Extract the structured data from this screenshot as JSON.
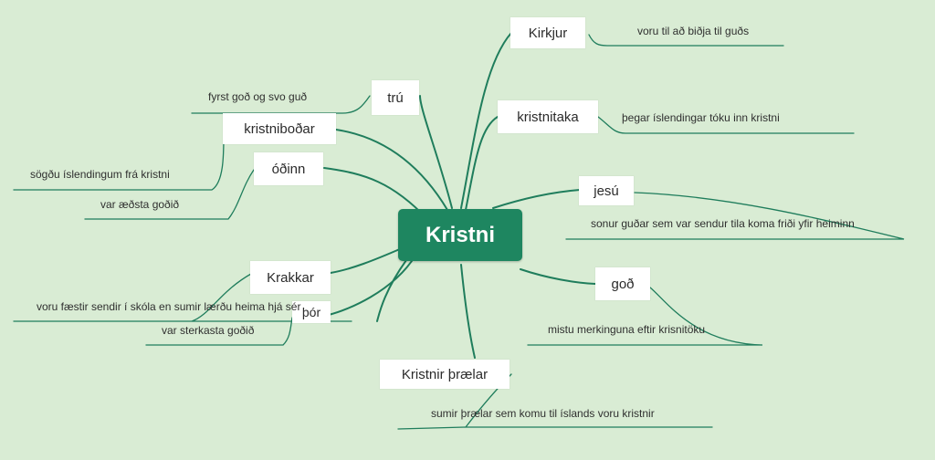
{
  "center": "Kristni",
  "topics": {
    "kirkjur": "Kirkjur",
    "kristnitaka": "kristnitaka",
    "jesu": "jesú",
    "god": "goð",
    "kristnir_praelar": "Kristnir þrælar",
    "tru": "trú",
    "kristnibodar": "kristniboðar",
    "odinn": "óðinn",
    "krakkar": "Krakkar",
    "thor": "þór"
  },
  "notes": {
    "kirkjur": "voru til að biðja til guðs",
    "kristnitaka": "þegar íslendingar tóku inn kristni",
    "jesu": "sonur guðar sem var sendur tila koma friði yfir heiminn",
    "god": "mistu merkinguna eftir krisnitöku",
    "kristnir_praelar": "sumir þrælar sem komu til íslands voru kristnir",
    "tru": "fyrst goð og svo guð",
    "kristnibodar": "sögðu íslendingum frá kristni",
    "odinn": "var æðsta goðið",
    "krakkar": "voru fæstir sendir í skóla en sumir lærðu heima hjá sér",
    "thor": "var sterkasta goðið"
  },
  "colors": {
    "background": "#d9ecd4",
    "center_fill": "#1e8660",
    "branch": "#1f7d5c"
  }
}
